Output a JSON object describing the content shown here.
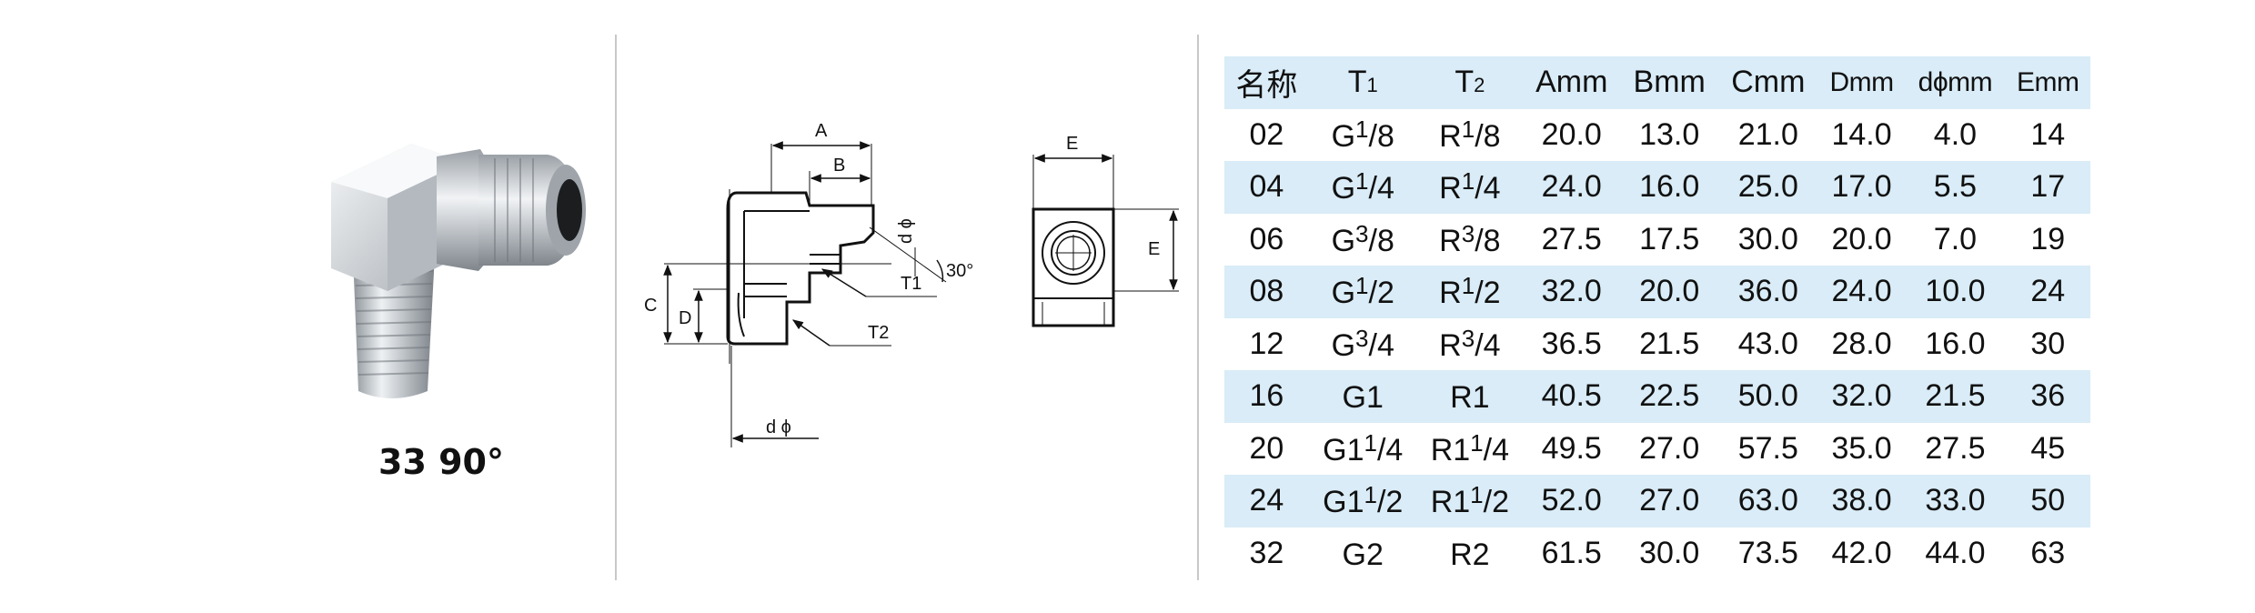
{
  "product": {
    "caption": "33  90°"
  },
  "drawing": {
    "labels": {
      "a": "A",
      "b": "B",
      "c": "C",
      "d": "D",
      "e_top": "E",
      "e_side": "E",
      "angle": "30°",
      "t1": "T1",
      "t2": "T2",
      "dphi_bottom": "d ϕ",
      "dphi_side": "d ϕ"
    }
  },
  "table": {
    "headers": [
      {
        "main": "名称",
        "sub": ""
      },
      {
        "main": "T",
        "sub": "1"
      },
      {
        "main": "T",
        "sub": "2"
      },
      {
        "main": "Amm",
        "sub": ""
      },
      {
        "main": "Bmm",
        "sub": ""
      },
      {
        "main": "Cmm",
        "sub": ""
      },
      {
        "main": "Dmm",
        "sub": ""
      },
      {
        "main": "dϕmm",
        "sub": ""
      },
      {
        "main": "Emm",
        "sub": ""
      }
    ],
    "rows": [
      {
        "name": "02",
        "t1": {
          "pre": "G",
          "num": "1",
          "rest": "/8"
        },
        "t2": {
          "pre": "R",
          "num": "1",
          "rest": "/8"
        },
        "a": "20.0",
        "b": "13.0",
        "c": "21.0",
        "d": "14.0",
        "dphi": "4.0",
        "e": "14"
      },
      {
        "name": "04",
        "t1": {
          "pre": "G",
          "num": "1",
          "rest": "/4"
        },
        "t2": {
          "pre": "R",
          "num": "1",
          "rest": "/4"
        },
        "a": "24.0",
        "b": "16.0",
        "c": "25.0",
        "d": "17.0",
        "dphi": "5.5",
        "e": "17"
      },
      {
        "name": "06",
        "t1": {
          "pre": "G",
          "num": "3",
          "rest": "/8"
        },
        "t2": {
          "pre": "R",
          "num": "3",
          "rest": "/8"
        },
        "a": "27.5",
        "b": "17.5",
        "c": "30.0",
        "d": "20.0",
        "dphi": "7.0",
        "e": "19"
      },
      {
        "name": "08",
        "t1": {
          "pre": "G",
          "num": "1",
          "rest": "/2"
        },
        "t2": {
          "pre": "R",
          "num": "1",
          "rest": "/2"
        },
        "a": "32.0",
        "b": "20.0",
        "c": "36.0",
        "d": "24.0",
        "dphi": "10.0",
        "e": "24"
      },
      {
        "name": "12",
        "t1": {
          "pre": "G",
          "num": "3",
          "rest": "/4"
        },
        "t2": {
          "pre": "R",
          "num": "3",
          "rest": "/4"
        },
        "a": "36.5",
        "b": "21.5",
        "c": "43.0",
        "d": "28.0",
        "dphi": "16.0",
        "e": "30"
      },
      {
        "name": "16",
        "t1": {
          "pre": "G1",
          "num": "",
          "rest": ""
        },
        "t2": {
          "pre": "R1",
          "num": "",
          "rest": ""
        },
        "a": "40.5",
        "b": "22.5",
        "c": "50.0",
        "d": "32.0",
        "dphi": "21.5",
        "e": "36"
      },
      {
        "name": "20",
        "t1": {
          "pre": "G1",
          "num": "1",
          "rest": "/4"
        },
        "t2": {
          "pre": "R1",
          "num": "1",
          "rest": "/4"
        },
        "a": "49.5",
        "b": "27.0",
        "c": "57.5",
        "d": "35.0",
        "dphi": "27.5",
        "e": "45"
      },
      {
        "name": "24",
        "t1": {
          "pre": "G1",
          "num": "1",
          "rest": "/2"
        },
        "t2": {
          "pre": "R1",
          "num": "1",
          "rest": "/2"
        },
        "a": "52.0",
        "b": "27.0",
        "c": "63.0",
        "d": "38.0",
        "dphi": "33.0",
        "e": "50"
      },
      {
        "name": "32",
        "t1": {
          "pre": "G2",
          "num": "",
          "rest": ""
        },
        "t2": {
          "pre": "R2",
          "num": "",
          "rest": ""
        },
        "a": "61.5",
        "b": "30.0",
        "c": "73.5",
        "d": "42.0",
        "dphi": "44.0",
        "e": "63"
      }
    ]
  }
}
